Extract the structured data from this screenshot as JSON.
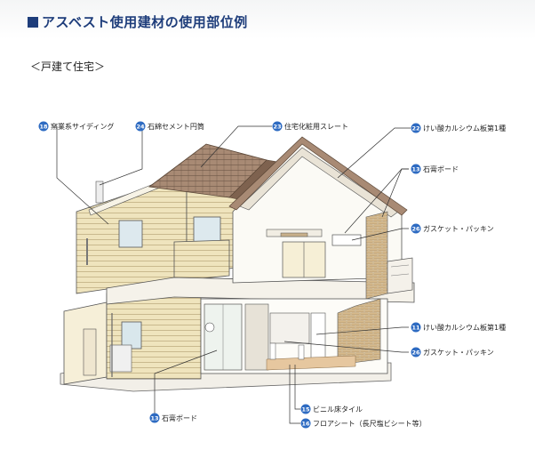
{
  "header": {
    "title": "アスベスト使用建材の使用部位例"
  },
  "section": {
    "subtitle": "＜戸建て住宅＞"
  },
  "colors": {
    "badge": "#2e6bc2",
    "title": "#1e3d7b",
    "wall_siding": "#ece0b6",
    "roof": "#9a7b68"
  },
  "callouts": [
    {
      "num": "18",
      "text": "窯業系サイディング"
    },
    {
      "num": "24",
      "text": "石綿セメント円筒"
    },
    {
      "num": "23",
      "text": "住宅化粧用スレート"
    },
    {
      "num": "22",
      "text": "けい酸カルシウム板第1種"
    },
    {
      "num": "13",
      "text": "石膏ボード"
    },
    {
      "num": "26",
      "text": "ガスケット・パッキン"
    },
    {
      "num": "11",
      "text": "けい酸カルシウム板第1種"
    },
    {
      "num": "26",
      "text": "ガスケット・パッキン"
    },
    {
      "num": "13",
      "text": "石膏ボード"
    },
    {
      "num": "15",
      "text": "ビニル床タイル"
    },
    {
      "num": "16",
      "text": "フロアシート（長尺塩ビシート等）"
    }
  ]
}
